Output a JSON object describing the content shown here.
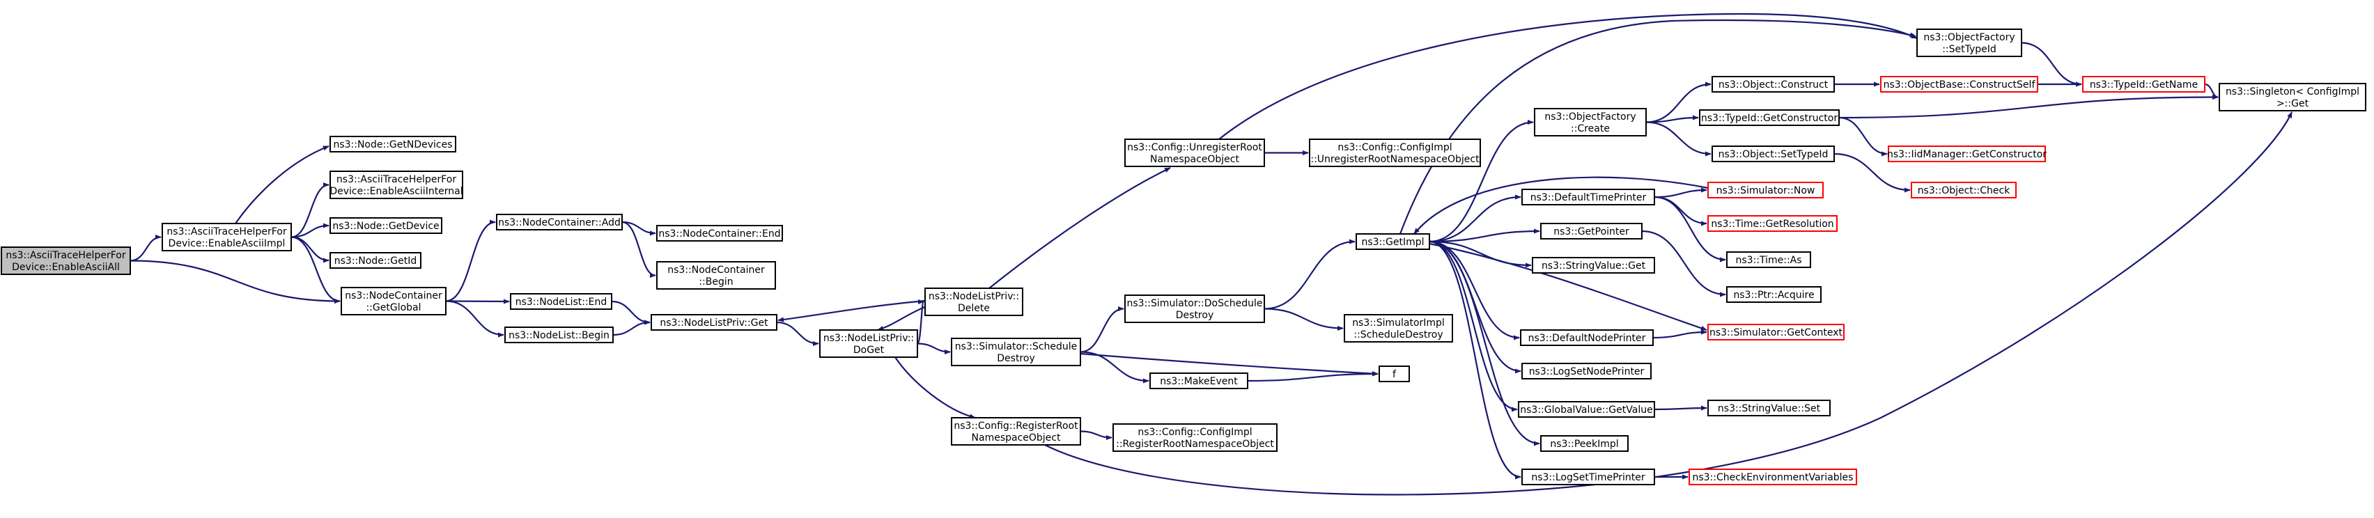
{
  "colors": {
    "edge": "#191970",
    "box_border": "#000000",
    "box_link_border": "#ff0000",
    "box_fill": "#ffffff",
    "root_fill": "#bfbfbf",
    "text": "#000000"
  },
  "nodes": {
    "enable_ascii_all": {
      "lines": [
        "ns3::AsciiTraceHelperFor",
        "Device::EnableAsciiAll"
      ],
      "root": true
    },
    "enable_ascii_impl": {
      "lines": [
        "ns3::AsciiTraceHelperFor",
        "Device::EnableAsciiImpl"
      ]
    },
    "node_get_n_devices": {
      "lines": [
        "ns3::Node::GetNDevices"
      ]
    },
    "enable_ascii_internal": {
      "lines": [
        "ns3::AsciiTraceHelperFor",
        "Device::EnableAsciiInternal"
      ]
    },
    "node_get_device": {
      "lines": [
        "ns3::Node::GetDevice"
      ]
    },
    "node_get_id": {
      "lines": [
        "ns3::Node::GetId"
      ]
    },
    "node_container_get_global": {
      "lines": [
        "ns3::NodeContainer",
        "::GetGlobal"
      ]
    },
    "node_container_add": {
      "lines": [
        "ns3::NodeContainer::Add"
      ]
    },
    "node_list_end": {
      "lines": [
        "ns3::NodeList::End"
      ]
    },
    "node_list_begin": {
      "lines": [
        "ns3::NodeList::Begin"
      ]
    },
    "node_container_end": {
      "lines": [
        "ns3::NodeContainer::End"
      ]
    },
    "node_container_begin": {
      "lines": [
        "ns3::NodeContainer",
        "::Begin"
      ]
    },
    "node_list_priv_get": {
      "lines": [
        "ns3::NodeListPriv::Get"
      ]
    },
    "node_list_priv_do_get": {
      "lines": [
        "ns3::NodeListPriv::",
        "DoGet"
      ]
    },
    "node_list_priv_delete": {
      "lines": [
        "ns3::NodeListPriv::",
        "Delete"
      ]
    },
    "simulator_schedule_destroy": {
      "lines": [
        "ns3::Simulator::Schedule",
        "Destroy"
      ]
    },
    "config_register_root": {
      "lines": [
        "ns3::Config::RegisterRoot",
        "NamespaceObject"
      ]
    },
    "config_unregister_root": {
      "lines": [
        "ns3::Config::UnregisterRoot",
        "NamespaceObject"
      ]
    },
    "simulator_do_schedule_destroy": {
      "lines": [
        "ns3::Simulator::DoSchedule",
        "Destroy"
      ]
    },
    "make_event": {
      "lines": [
        "ns3::MakeEvent"
      ]
    },
    "f": {
      "lines": [
        "f"
      ]
    },
    "config_impl_unregister": {
      "lines": [
        "ns3::Config::ConfigImpl",
        "::UnregisterRootNamespaceObject"
      ]
    },
    "simulator_impl_schedule_destroy": {
      "lines": [
        "ns3::SimulatorImpl",
        "::ScheduleDestroy"
      ]
    },
    "config_impl_register": {
      "lines": [
        "ns3::Config::ConfigImpl",
        "::RegisterRootNamespaceObject"
      ]
    },
    "get_impl": {
      "lines": [
        "ns3::GetImpl"
      ]
    },
    "object_factory_create": {
      "lines": [
        "ns3::ObjectFactory",
        "::Create"
      ]
    },
    "default_time_printer": {
      "lines": [
        "ns3::DefaultTimePrinter"
      ]
    },
    "get_pointer": {
      "lines": [
        "ns3::GetPointer"
      ]
    },
    "string_value_get": {
      "lines": [
        "ns3::StringValue::Get"
      ]
    },
    "default_node_printer": {
      "lines": [
        "ns3::DefaultNodePrinter"
      ]
    },
    "log_set_node_printer": {
      "lines": [
        "ns3::LogSetNodePrinter"
      ]
    },
    "global_value_get_value": {
      "lines": [
        "ns3::GlobalValue::GetValue"
      ]
    },
    "peek_impl": {
      "lines": [
        "ns3::PeekImpl"
      ]
    },
    "log_set_time_printer": {
      "lines": [
        "ns3::LogSetTimePrinter"
      ]
    },
    "object_factory_set_type_id": {
      "lines": [
        "ns3::ObjectFactory",
        "::SetTypeId"
      ]
    },
    "object_construct": {
      "lines": [
        "ns3::Object::Construct"
      ]
    },
    "type_id_get_constructor": {
      "lines": [
        "ns3::TypeId::GetConstructor"
      ]
    },
    "object_set_type_id": {
      "lines": [
        "ns3::Object::SetTypeId"
      ]
    },
    "simulator_now": {
      "lines": [
        "ns3::Simulator::Now"
      ],
      "link": true
    },
    "time_get_resolution": {
      "lines": [
        "ns3::Time::GetResolution"
      ],
      "link": true
    },
    "time_as": {
      "lines": [
        "ns3::Time::As"
      ]
    },
    "ptr_acquire": {
      "lines": [
        "ns3::Ptr::Acquire"
      ]
    },
    "simulator_get_context": {
      "lines": [
        "ns3::Simulator::GetContext"
      ],
      "link": true
    },
    "string_value_set": {
      "lines": [
        "ns3::StringValue::Set"
      ]
    },
    "check_environment_variables": {
      "lines": [
        "ns3::CheckEnvironmentVariables"
      ],
      "link": true
    },
    "object_base_construct_self": {
      "lines": [
        "ns3::ObjectBase::ConstructSelf"
      ],
      "link": true
    },
    "iid_manager_get_constructor": {
      "lines": [
        "ns3::IidManager::GetConstructor"
      ],
      "link": true
    },
    "object_check": {
      "lines": [
        "ns3::Object::Check"
      ],
      "link": true
    },
    "type_id_get_name": {
      "lines": [
        "ns3::TypeId::GetName"
      ],
      "link": true
    },
    "singleton_get": {
      "lines": [
        "ns3::Singleton< ConfigImpl",
        " >::Get"
      ]
    }
  }
}
